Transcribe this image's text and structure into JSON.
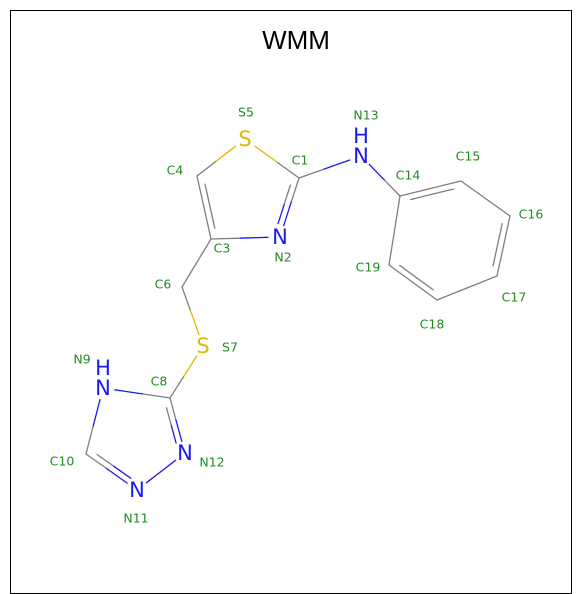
{
  "title": "WMM",
  "colors": {
    "bond": "#7f7f7f",
    "label": "#228B22",
    "nitrogen": "#1a1aee",
    "sulfur": "#e0b800",
    "title": "#000000"
  },
  "atoms": [
    {
      "id": "C1",
      "label": "C1",
      "symbol": ""
    },
    {
      "id": "N2",
      "label": "N2",
      "symbol": "N",
      "element": "N"
    },
    {
      "id": "C3",
      "label": "C3",
      "symbol": ""
    },
    {
      "id": "C4",
      "label": "C4",
      "symbol": ""
    },
    {
      "id": "S5",
      "label": "S5",
      "symbol": "S",
      "element": "S"
    },
    {
      "id": "C6",
      "label": "C6",
      "symbol": ""
    },
    {
      "id": "S7",
      "label": "S7",
      "symbol": "S",
      "element": "S"
    },
    {
      "id": "C8",
      "label": "C8",
      "symbol": ""
    },
    {
      "id": "N9",
      "label": "N9",
      "symbol": "N",
      "element": "N",
      "hydrogen": "H"
    },
    {
      "id": "C10",
      "label": "C10",
      "symbol": ""
    },
    {
      "id": "N11",
      "label": "N11",
      "symbol": "N",
      "element": "N"
    },
    {
      "id": "N12",
      "label": "N12",
      "symbol": "N",
      "element": "N"
    },
    {
      "id": "N13",
      "label": "N13",
      "symbol": "N",
      "element": "N",
      "hydrogen": "H"
    },
    {
      "id": "C14",
      "label": "C14",
      "symbol": ""
    },
    {
      "id": "C15",
      "label": "C15",
      "symbol": ""
    },
    {
      "id": "C16",
      "label": "C16",
      "symbol": ""
    },
    {
      "id": "C17",
      "label": "C17",
      "symbol": ""
    },
    {
      "id": "C18",
      "label": "C18",
      "symbol": ""
    },
    {
      "id": "C19",
      "label": "C19",
      "symbol": ""
    }
  ],
  "bonds": [
    {
      "a": "C1",
      "b": "S5",
      "order": 1
    },
    {
      "a": "C1",
      "b": "N2",
      "order": 2
    },
    {
      "a": "C1",
      "b": "N13",
      "order": 1
    },
    {
      "a": "N2",
      "b": "C3",
      "order": 1
    },
    {
      "a": "C3",
      "b": "C4",
      "order": 2
    },
    {
      "a": "C3",
      "b": "C6",
      "order": 1
    },
    {
      "a": "C4",
      "b": "S5",
      "order": 1
    },
    {
      "a": "C6",
      "b": "S7",
      "order": 1
    },
    {
      "a": "S7",
      "b": "C8",
      "order": 1
    },
    {
      "a": "C8",
      "b": "N9",
      "order": 1
    },
    {
      "a": "C8",
      "b": "N12",
      "order": 2
    },
    {
      "a": "N9",
      "b": "C10",
      "order": 1
    },
    {
      "a": "C10",
      "b": "N11",
      "order": 2
    },
    {
      "a": "N11",
      "b": "N12",
      "order": 1
    },
    {
      "a": "N13",
      "b": "C14",
      "order": 1
    },
    {
      "a": "C14",
      "b": "C15",
      "order": 2
    },
    {
      "a": "C15",
      "b": "C16",
      "order": 1
    },
    {
      "a": "C16",
      "b": "C17",
      "order": 2
    },
    {
      "a": "C17",
      "b": "C18",
      "order": 1
    },
    {
      "a": "C18",
      "b": "C19",
      "order": 2
    },
    {
      "a": "C19",
      "b": "C14",
      "order": 1
    }
  ]
}
